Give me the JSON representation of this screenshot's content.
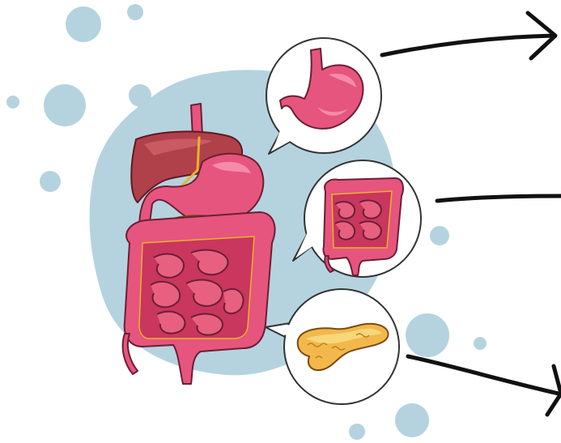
{
  "figure": {
    "kind": "digestive-system-illustration",
    "labels_shown": false
  },
  "colors": {
    "background": "#ffffff",
    "blob": "#b5d3df",
    "bubble": "#b5d3df",
    "organ_pink": "#e6557d",
    "organ_pink_light": "#f48ca7",
    "organ_outline": "#6b1f35",
    "liver": "#b0404a",
    "liver_light": "#c95a62",
    "pancreas": "#f2b84b",
    "pancreas_light": "#f8d77a",
    "bile": "#e8b32a",
    "arrow": "#111111"
  },
  "callouts": [
    {
      "name": "stomach-callout",
      "organ": "stomach",
      "arrow": "right"
    },
    {
      "name": "intestines-callout",
      "organ": "intestines",
      "arrow": "right"
    },
    {
      "name": "pancreas-callout",
      "organ": "pancreas",
      "arrow": "down-right"
    }
  ],
  "icons": [
    "stomach-icon",
    "intestines-icon",
    "pancreas-icon",
    "liver-icon",
    "arrow-icon"
  ]
}
